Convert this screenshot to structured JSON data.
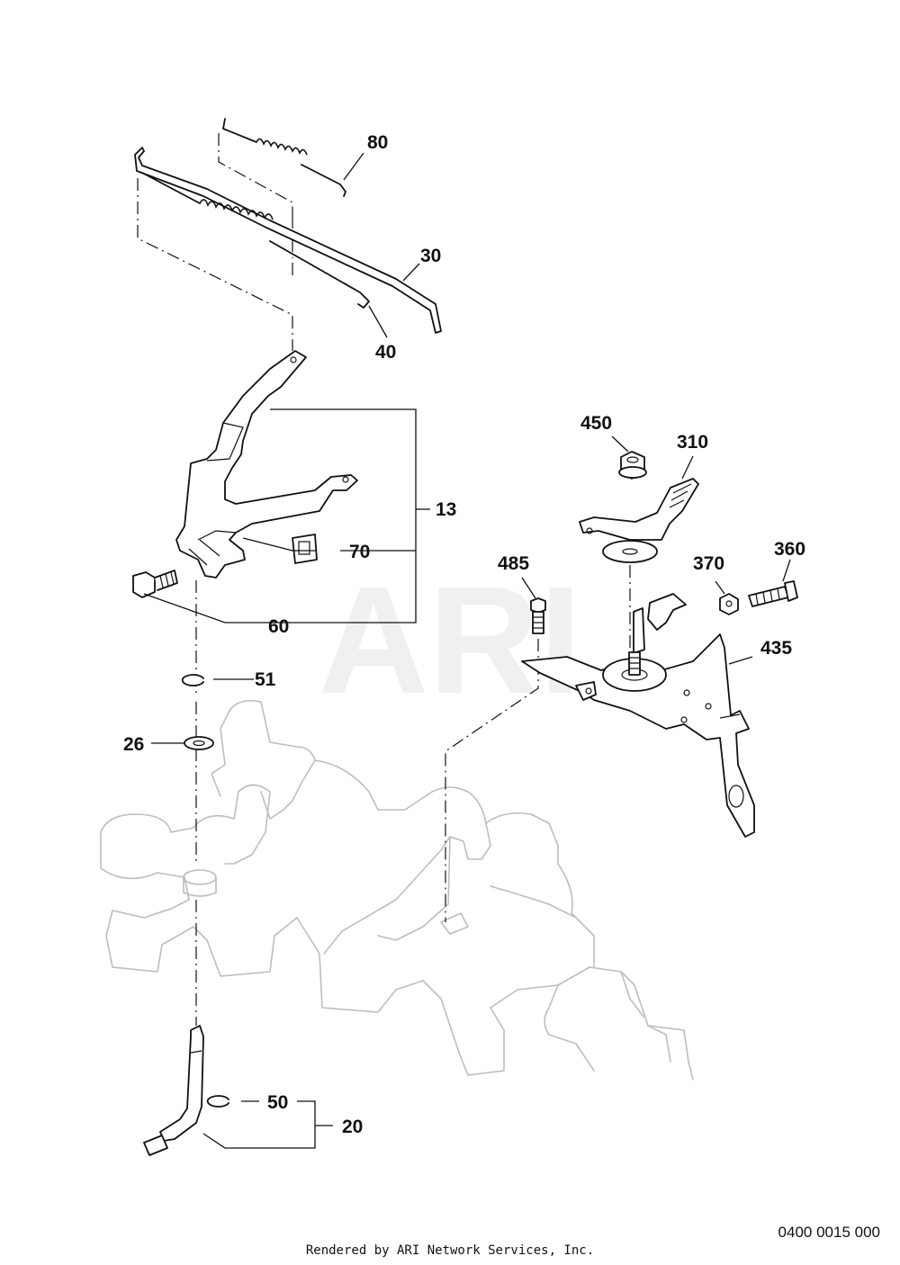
{
  "watermark": "ARI",
  "callouts": {
    "c13": "13",
    "c20": "20",
    "c26": "26",
    "c30": "30",
    "c40": "40",
    "c50": "50",
    "c51": "51",
    "c60": "60",
    "c70": "70",
    "c80": "80",
    "c310": "310",
    "c360": "360",
    "c370": "370",
    "c435": "435",
    "c450": "450",
    "c485": "485"
  },
  "document_number": "0400 0015 000",
  "footer": "Rendered by ARI Network Services, Inc."
}
